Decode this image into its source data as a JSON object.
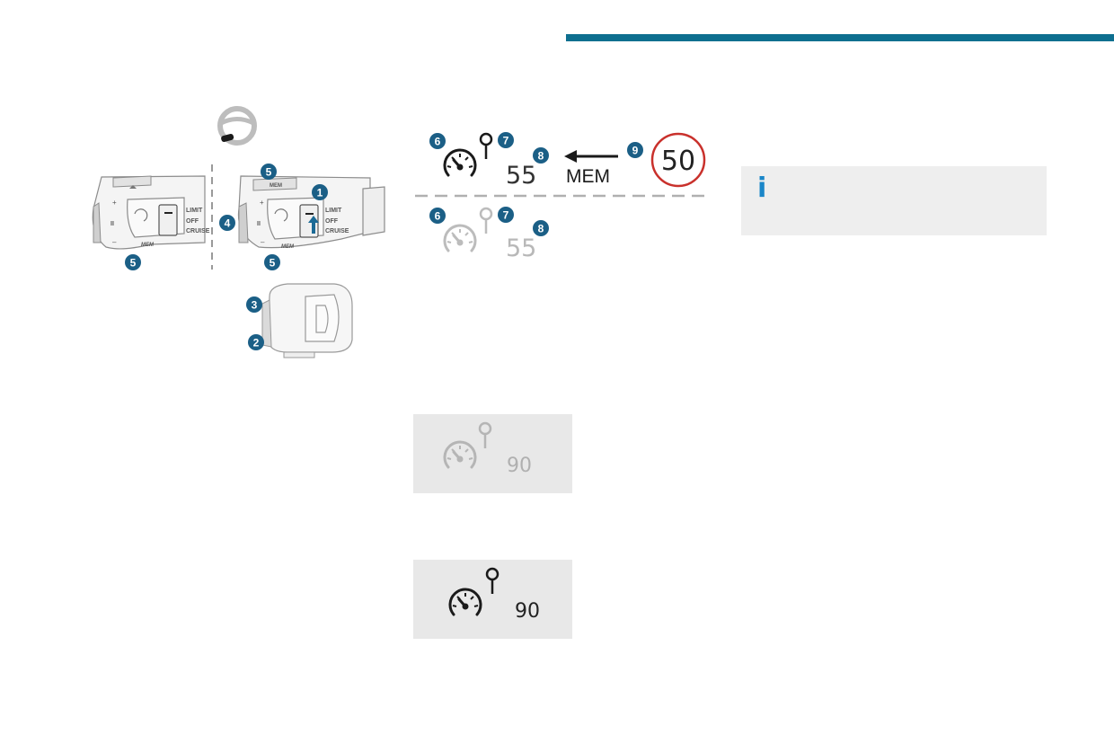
{
  "colors": {
    "accent_bar": "#0e6f8f",
    "callout_badge": "#1b5f86",
    "sign_border": "#c9312c",
    "info_icon": "#1a86c8",
    "info_box_bg": "#eeeeee",
    "panel_bg": "#e8e8e8",
    "inactive_gray": "#b8b8b8"
  },
  "stalk_left": {
    "labels": [
      "LIMIT",
      "OFF",
      "CRUISE"
    ],
    "plus": "+",
    "pause": "II",
    "minus": "–",
    "mem": "MEM"
  },
  "stalk_right": {
    "labels": [
      "LIMIT",
      "OFF",
      "CRUISE"
    ],
    "plus": "+",
    "pause": "II",
    "minus": "–",
    "mem": "MEM"
  },
  "callouts": {
    "n1": "1",
    "n2": "2",
    "n3": "3",
    "n4": "4",
    "n5": "5",
    "n6": "6",
    "n7": "7",
    "n8": "8",
    "n9": "9"
  },
  "display_active": {
    "speed": "55",
    "mem": "MEM",
    "sign_speed": "50"
  },
  "display_inactive": {
    "speed": "55"
  },
  "panel_inactive": {
    "speed": "90"
  },
  "panel_active": {
    "speed": "90"
  },
  "info_box": {
    "icon": "i"
  },
  "icons": [
    "steering-wheel-icon",
    "speedometer-icon",
    "pin-icon",
    "arrow-left-icon",
    "speed-limit-sign-icon",
    "info-icon"
  ]
}
